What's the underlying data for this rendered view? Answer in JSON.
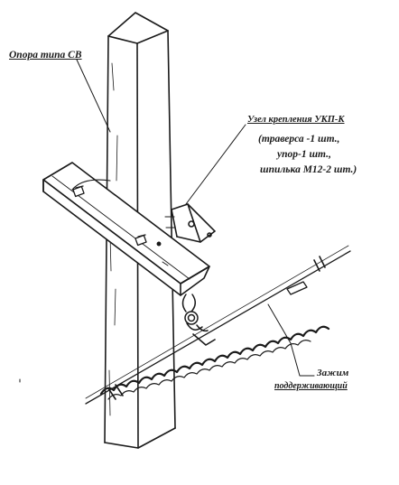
{
  "labels": {
    "pole": "Опора типа СВ",
    "mounting_unit": "Узел крепления УКП-К",
    "mounting_spec": [
      "(траверса -1 шт.,",
      "упор-1 шт.,",
      "шпилька М12-2 шт.)"
    ],
    "clamp": [
      "Зажим",
      "поддерживающий"
    ]
  },
  "colors": {
    "ink": "#1a1a1a",
    "paper": "#ffffff"
  }
}
